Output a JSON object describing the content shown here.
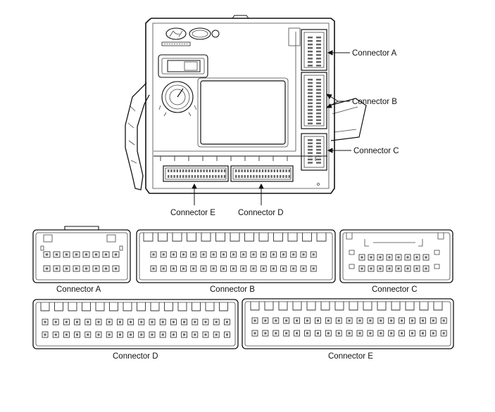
{
  "top_labels": {
    "connector_a": "Connector A",
    "connector_b": "Connector B",
    "connector_c": "Connector C",
    "connector_d": "Connector D",
    "connector_e": "Connector E"
  },
  "bottom_labels": {
    "connector_a": "Connector A",
    "connector_b": "Connector B",
    "connector_c": "Connector C",
    "connector_d": "Connector D",
    "connector_e": "Connector E"
  },
  "colors": {
    "line": "#111111",
    "pin_fill": "#666666",
    "background": "#ffffff"
  }
}
